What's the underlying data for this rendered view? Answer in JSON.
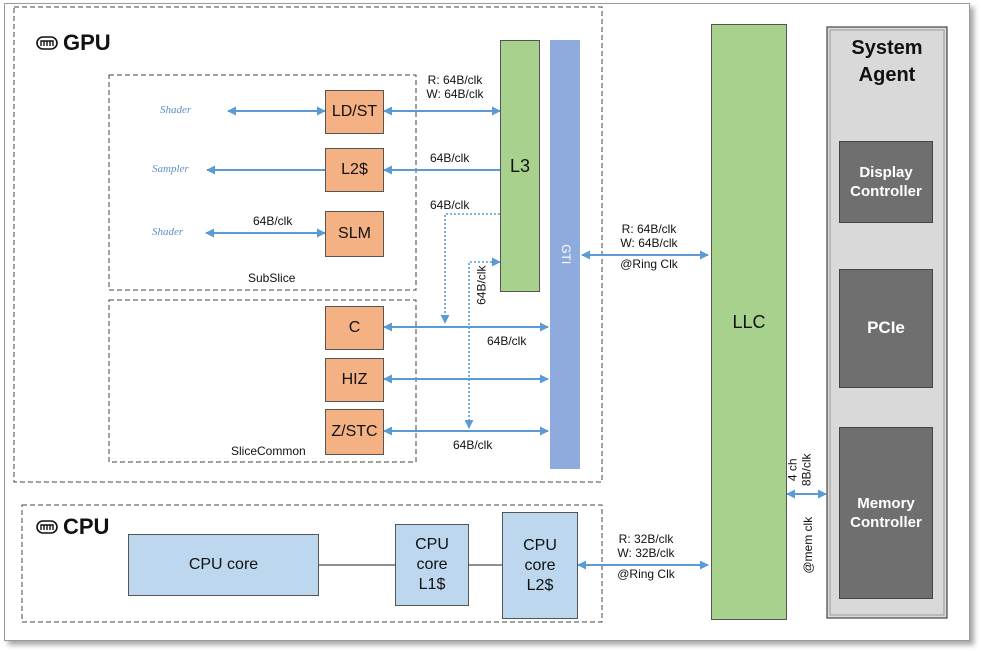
{
  "gpu": {
    "title": "GPU",
    "subslice_label": "SubSlice",
    "slicecommon_label": "SliceCommon",
    "units": {
      "ldst": "LD/ST",
      "l2": "L2$",
      "slm": "SLM",
      "c": "C",
      "hiz": "HIZ",
      "zstc": "Z/STC",
      "l3": "L3",
      "gti": "GTI"
    },
    "sources": {
      "shader_top": "Shader",
      "sampler": "Sampler",
      "shader_bottom": "Shader"
    },
    "bandwidths": {
      "ldst_l3_read": "R: 64B/clk",
      "ldst_l3_write": "W: 64B/clk",
      "l2_l3": "64B/clk",
      "shader_slm": "64B/clk",
      "l3_dotted": "64B/clk",
      "gti_dotted_vertical": "64B/clk",
      "c_gti": "64B/clk",
      "zstc_gti": "64B/clk",
      "gti_llc_read": "R: 64B/clk",
      "gti_llc_write": "W: 64B/clk",
      "gti_llc_clock": "@Ring Clk"
    }
  },
  "cpu": {
    "title": "CPU",
    "core": "CPU core",
    "l1_line1": "CPU",
    "l1_line2": "core",
    "l1_line3": "L1$",
    "l2_line1": "CPU",
    "l2_line2": "core",
    "l2_line3": "L2$",
    "llc_read": "R: 32B/clk",
    "llc_write": "W: 32B/clk",
    "llc_clock": "@Ring Clk"
  },
  "llc": {
    "label": "LLC"
  },
  "system_agent": {
    "title_line1": "System",
    "title_line2": "Agent",
    "display_line1": "Display",
    "display_line2": "Controller",
    "pcie": "PCIe",
    "memory_line1": "Memory",
    "memory_line2": "Controller",
    "mem_channels": "4 ch",
    "mem_width": "8B/clk",
    "mem_clock": "@mem clk"
  },
  "colors": {
    "arrow": "#5b9bd5",
    "accent_text": "#5b8fc9",
    "orange_box": "#f4b183",
    "green_box": "#a9d18e",
    "gti_bar": "#8faadc",
    "cpu_box": "#bdd7ee",
    "agent_box": "#6f6f6f",
    "agent_panel": "#d9d9d9"
  },
  "icons": {
    "gpu": "chip-icon",
    "cpu": "chip-icon"
  }
}
